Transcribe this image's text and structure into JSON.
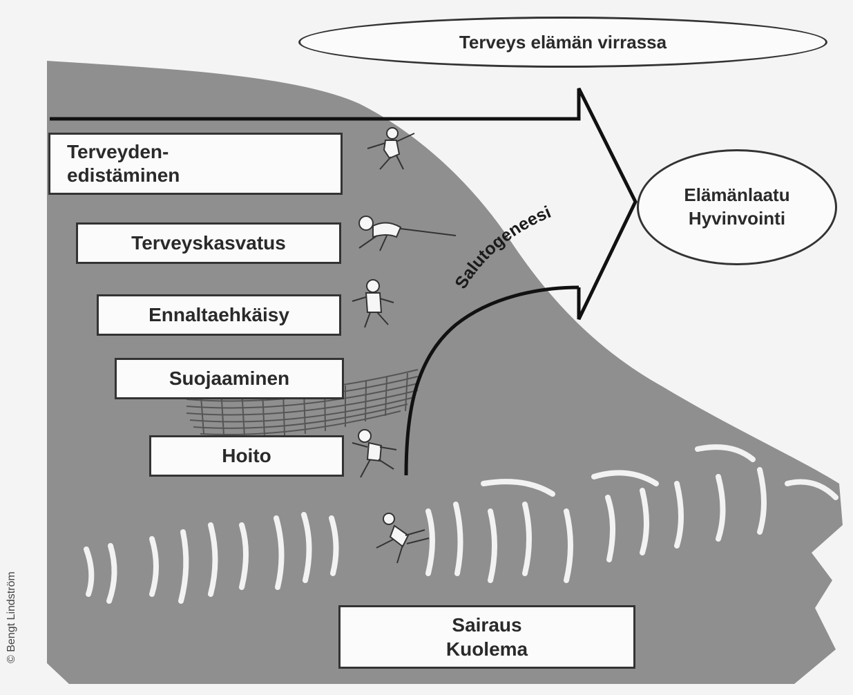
{
  "title": "Terveys elämän virrassa",
  "goal": {
    "line1": "Elämänlaatu",
    "line2": "Hyvinvointi"
  },
  "arrow_label": "Salutogeneesi",
  "boxes": {
    "promotion": {
      "line1": "Terveyden-",
      "line2": "edistäminen"
    },
    "education": "Terveyskasvatus",
    "prevention": "Ennaltaehkäisy",
    "protection": "Suojaaminen",
    "care": "Hoito",
    "illness": {
      "line1": "Sairaus",
      "line2": "Kuolema"
    }
  },
  "credit": "© Bengt Lindström",
  "colors": {
    "river": "#8f8f8f",
    "background": "#f4f4f4",
    "line": "#111111",
    "box_fill": "#fbfbfb"
  }
}
